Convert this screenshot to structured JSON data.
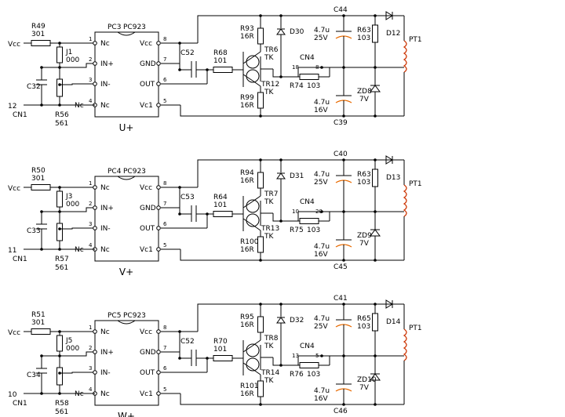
{
  "common": {
    "vcc": "Vcc",
    "r_in_value": "301",
    "jumper_value": "000",
    "r_gnd_value": "561",
    "cn1": "CN1",
    "opto_model": "PC923",
    "r_base_value": "101",
    "r_top_value": "16R",
    "r_bot_value": "16R",
    "tr_type": "TK",
    "cn4": "CN4",
    "r_mid_value": "103",
    "cap_top_value": "4.7u",
    "cap_top_volt": "25V",
    "cap_bot_value": "4.7u",
    "cap_bot_volt": "16V",
    "zener_volt": "7V",
    "pt1": "PT1",
    "pins_left": [
      "Nc",
      "IN+",
      "IN-",
      "Nc"
    ],
    "pins_right": [
      "Vcc",
      "GND",
      "OUT",
      "Vc1"
    ],
    "pin_nums_left": [
      "1",
      "2",
      "3",
      "4"
    ],
    "pin_nums_right": [
      "8",
      "7",
      "6",
      "5"
    ]
  },
  "channels": [
    {
      "r_in": "R49",
      "jumper": "J1",
      "cap_in": "C32",
      "r_gnd": "R56",
      "cn1_pin": "12",
      "opto": "PC3",
      "phase": "U+",
      "cap_couple": "C52",
      "r_base": "R68",
      "r_top": "R93",
      "tr_top": "TR6",
      "tr_bot": "TR12",
      "r_bot": "R99",
      "diode_top": "D30",
      "cn4_left": "18",
      "cn4_right": "8",
      "r_mid": "R74",
      "cap_top_label": "C44",
      "cap_bot_label": "C39",
      "r_right": "R63",
      "zener": "ZD8",
      "diode_right": "D12"
    },
    {
      "r_in": "R50",
      "jumper": "J3",
      "cap_in": "C33",
      "r_gnd": "R57",
      "cn1_pin": "11",
      "opto": "PC4",
      "phase": "V+",
      "cap_couple": "C53",
      "r_base": "R64",
      "r_top": "R94",
      "tr_top": "TR7",
      "tr_bot": "TR13",
      "r_bot": "R100",
      "diode_top": "D31",
      "cn4_left": "10",
      "cn4_right": "20",
      "r_mid": "R75",
      "cap_top_label": "C40",
      "cap_bot_label": "C45",
      "r_right": "R63",
      "zener": "ZD9",
      "diode_right": "D13"
    },
    {
      "r_in": "R51",
      "jumper": "J5",
      "cap_in": "C34",
      "r_gnd": "R58",
      "cn1_pin": "10",
      "opto": "PC5",
      "phase": "W+",
      "cap_couple": "C52",
      "r_base": "R70",
      "r_top": "R95",
      "tr_top": "TR8",
      "tr_bot": "TR14",
      "r_bot": "R101",
      "diode_top": "D32",
      "cn4_left": "13",
      "cn4_right": "5",
      "r_mid": "R76",
      "cap_top_label": "C41",
      "cap_bot_label": "C46",
      "r_right": "R65",
      "zener": "ZD10",
      "diode_right": "D14"
    }
  ]
}
